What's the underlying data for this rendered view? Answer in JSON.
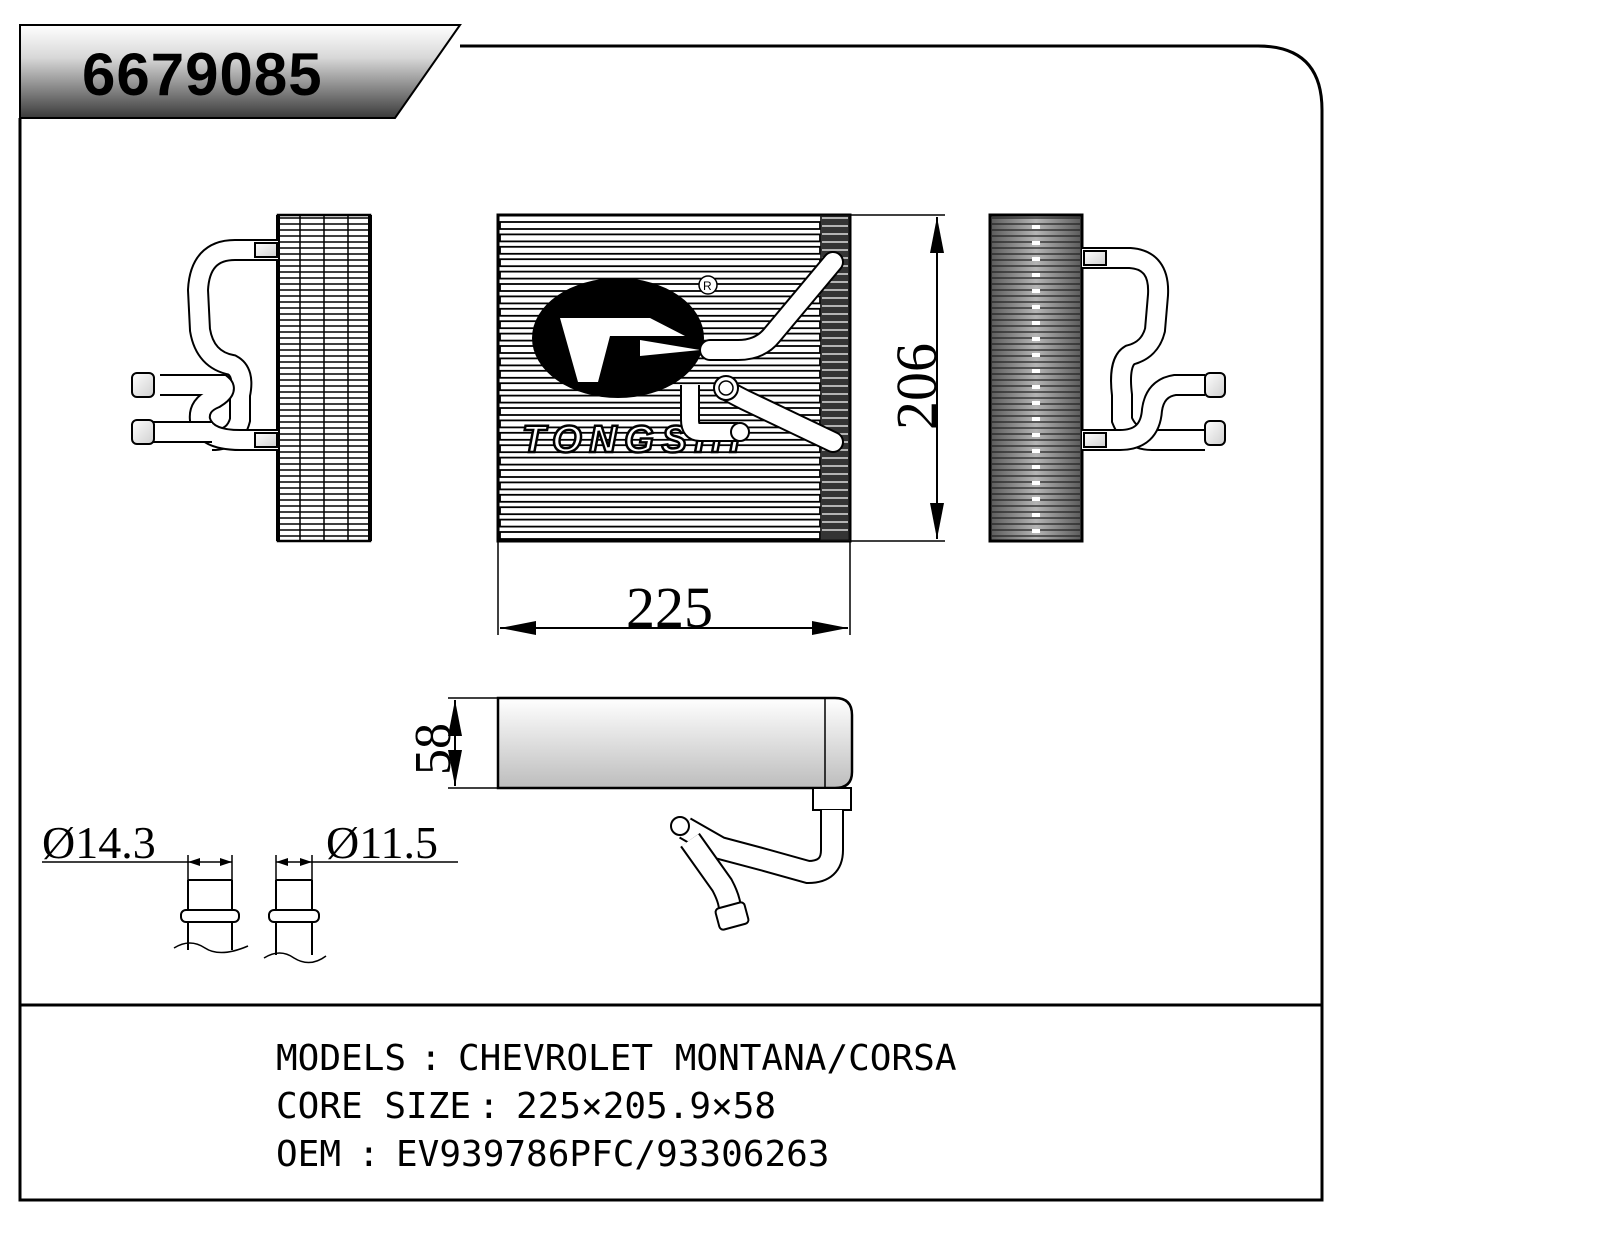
{
  "header": {
    "part_number": "6679085"
  },
  "dimensions": {
    "width": "225",
    "height": "206",
    "depth": "58",
    "pipe_diameter_large": "Ø14.3",
    "pipe_diameter_small": "Ø11.5"
  },
  "logo": {
    "brand": "TONGSHI",
    "registered_mark": "R"
  },
  "specs": [
    {
      "label": "MODELS",
      "separator": ":",
      "value": "CHEVROLET MONTANA/CORSA"
    },
    {
      "label": "CORE SIZE",
      "separator": ":",
      "value": "225×205.9×58"
    },
    {
      "label": "OEM",
      "separator": ":",
      "value": "EV939786PFC/93306263"
    }
  ]
}
